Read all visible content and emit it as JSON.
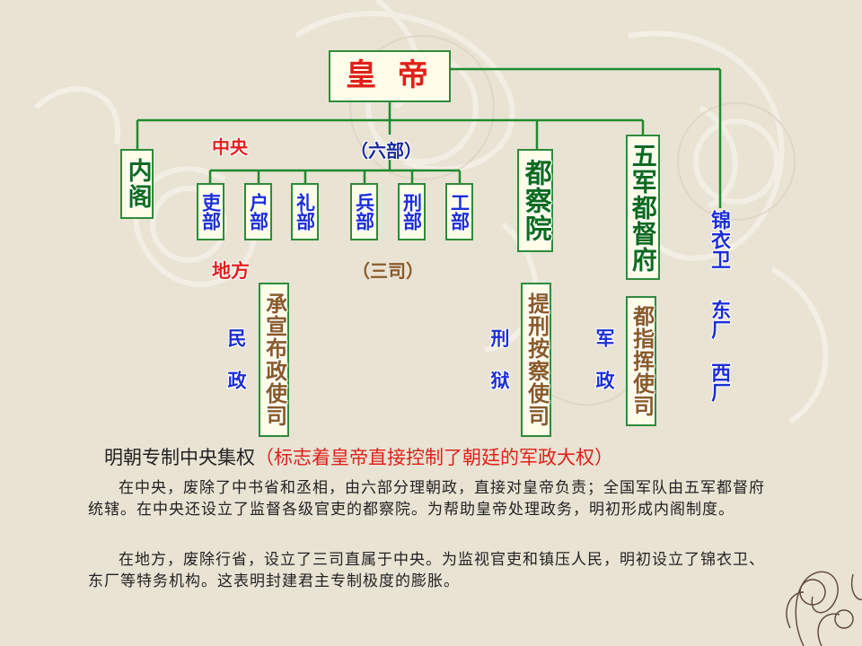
{
  "emperor": "皇 帝",
  "neige": "内阁",
  "zhongyang_label": "中央",
  "liubu_label": "（六部）",
  "ministries": [
    "吏部",
    "户部",
    "礼部",
    "兵部",
    "刑部",
    "工部"
  ],
  "duchayuan": "都察院",
  "wujun": "五军都督府",
  "jinyiwei": [
    "锦衣卫",
    "东厂",
    "西厂"
  ],
  "difang_label": "地方",
  "sansi_label": "（三司）",
  "chengxuan": "承宣布政使司",
  "tixing": "提刑按察使司",
  "duzhihui": "都指挥使司",
  "minzheng": "民政",
  "xingyu": "刑狱",
  "junzheng": "军政",
  "caption_main": "明朝专制中央集权",
  "caption_paren": "（标志着皇帝直接控制了朝廷的军政大权）",
  "para1": "在中央，废除了中书省和丞相，由六部分理朝政，直接对皇帝负责；全国军队由五军都督府统辖。在中央还设立了监督各级官吏的都察院。为帮助皇帝处理政务，明初形成内阁制度。",
  "para2": "在地方，废除行省，设立了三司直属于中央。为监视官吏和镇压人民，明初设立了锦衣卫、东厂等特务机构。这表明封建君主专制极度的膨胀。",
  "colors": {
    "line": "#1f8a2e",
    "box_border": "#2e8b3a",
    "green_text": "#0d6b1f",
    "blue_text": "#1c2fd6",
    "brown_text": "#8a5a2a",
    "red_text": "#e32020",
    "emperor_text": "#e0211b"
  }
}
